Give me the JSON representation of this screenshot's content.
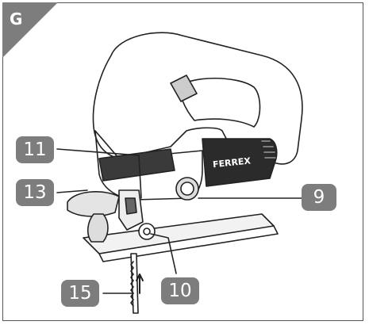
{
  "figure": {
    "corner_label": "G",
    "brand": "FERREX",
    "callouts": [
      {
        "label": "11"
      },
      {
        "label": "13"
      },
      {
        "label": "9"
      },
      {
        "label": "10"
      },
      {
        "label": "15"
      }
    ]
  },
  "colors": {
    "callout_bg": "#7d7d7d",
    "callout_text": "#ffffff",
    "line": "#222222"
  }
}
